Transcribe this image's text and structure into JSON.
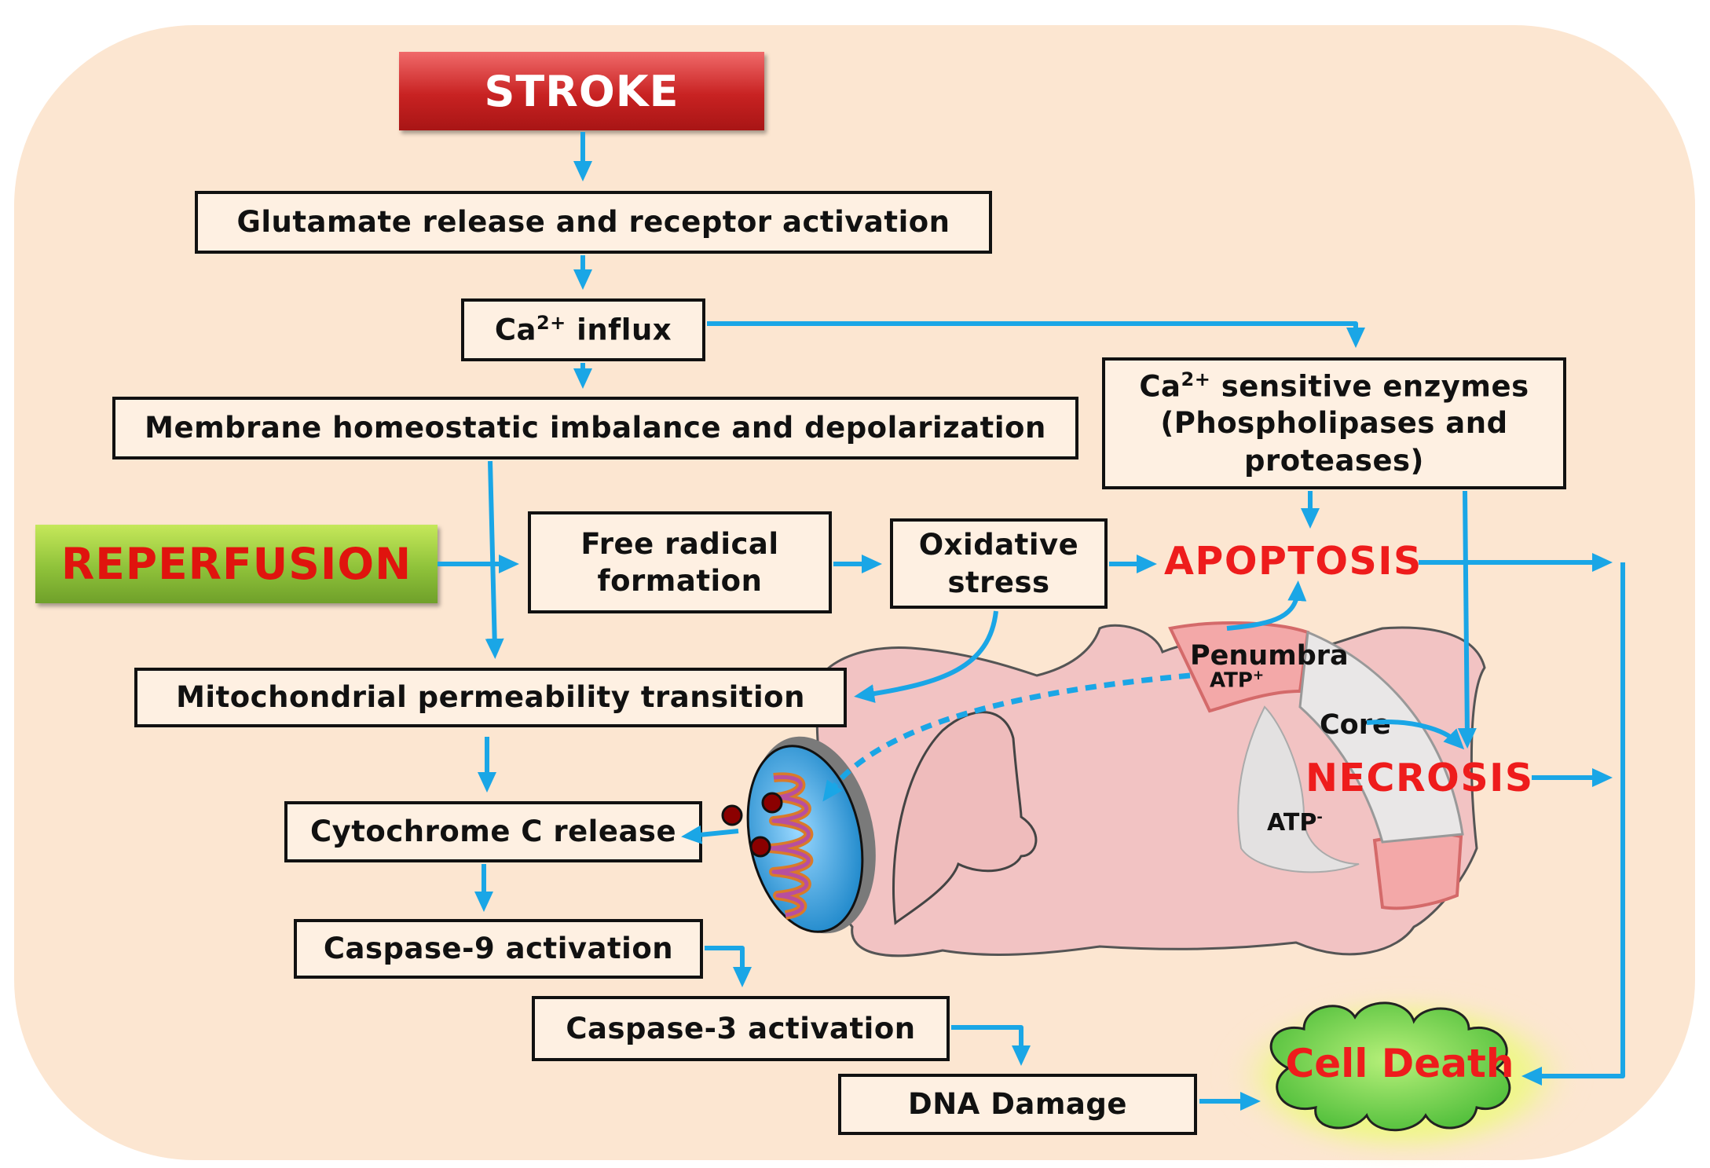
{
  "nodes": {
    "stroke": "STROKE",
    "glutamate": "Glutamate release and receptor activation",
    "ca_influx_prefix": "Ca",
    "ca_influx_sup": "2+",
    "ca_influx_suffix": " influx",
    "membrane": "Membrane homeostatic imbalance and depolarization",
    "ca_enzymes_prefix": "Ca",
    "ca_enzymes_sup": "2+",
    "ca_enzymes_line1_suffix": " sensitive enzymes",
    "ca_enzymes_line2": "(Phospholipases and",
    "ca_enzymes_line3": "proteases)",
    "reperfusion": "REPERFUSION",
    "free_radical_line1": "Free radical",
    "free_radical_line2": "formation",
    "oxidative_line1": "Oxidative",
    "oxidative_line2": "stress",
    "apoptosis": "APOPTOSIS",
    "mito_transition": "Mitochondrial permeability transition",
    "cytochrome": "Cytochrome C release",
    "caspase9": "Caspase-9 activation",
    "caspase3": "Caspase-3 activation",
    "dna_damage": "DNA Damage",
    "necrosis": "NECROSIS",
    "cell_death": "Cell Death"
  },
  "brain_labels": {
    "penumbra": "Penumbra",
    "atp_plus_base": "ATP",
    "atp_plus_sup": "+",
    "core": "Core",
    "atp_minus_base": "ATP",
    "atp_minus_sup": "-"
  },
  "colors": {
    "background": "#fce6d1",
    "arrow": "#1aa6e6",
    "outcome_text": "#ee1c1c",
    "stroke_fill": "#c82222",
    "reperfusion_fill": "#8fc23a",
    "brain_tissue": "#f2c3c3",
    "brain_core": "#e9e7e7",
    "cell_death_cloud": "#66cc44"
  }
}
